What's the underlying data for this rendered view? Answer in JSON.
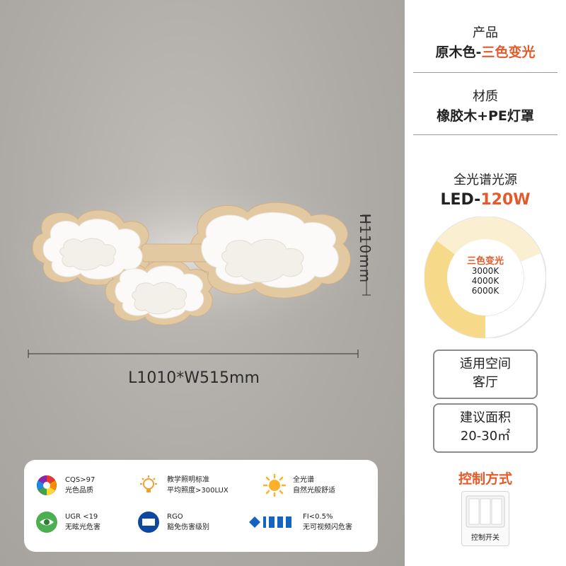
{
  "product": {
    "label": "产品",
    "color_prefix": "原木色-",
    "color_suffix": "三色变光"
  },
  "material": {
    "label": "材质",
    "value": "橡胶木+PE灯罩"
  },
  "light_source": {
    "label": "全光谱光源",
    "led_prefix": "LED-",
    "power": "120W",
    "ring_title": "三色变光",
    "temps": [
      "3000K",
      "4000K",
      "6000K"
    ]
  },
  "space": {
    "label": "适用空间",
    "value": "客厅"
  },
  "area": {
    "label": "建议面积",
    "value": "20-30㎡"
  },
  "control": {
    "title": "控制方式",
    "switch_label": "控制开关"
  },
  "dimensions": {
    "height": "H110mm",
    "size": "L1010*W515mm"
  },
  "features": [
    {
      "icon": "color-wheel-icon",
      "line1": "CQS>97",
      "line2": "光色品质"
    },
    {
      "icon": "lightbulb-icon",
      "line1": "教学照明标准",
      "line2": "平均照度>300LUX"
    },
    {
      "icon": "sun-icon",
      "line1": "全光谱",
      "line2": "自然光般舒适"
    },
    {
      "icon": "eye-icon",
      "line1": "UGR <19",
      "line2": "无眩光危害"
    },
    {
      "icon": "iec-logo-icon",
      "line1": "RGO",
      "line2": "豁免伤害级别"
    },
    {
      "icon": "ieee-logo-icon",
      "line1": "FI<0.5%",
      "line2": "无可视频闪危害"
    }
  ],
  "colors": {
    "accent": "#e45a2a",
    "ring_warm": "#f7d98a",
    "ring_neutral": "#fbefd2",
    "ring_cool": "#ffffff"
  }
}
